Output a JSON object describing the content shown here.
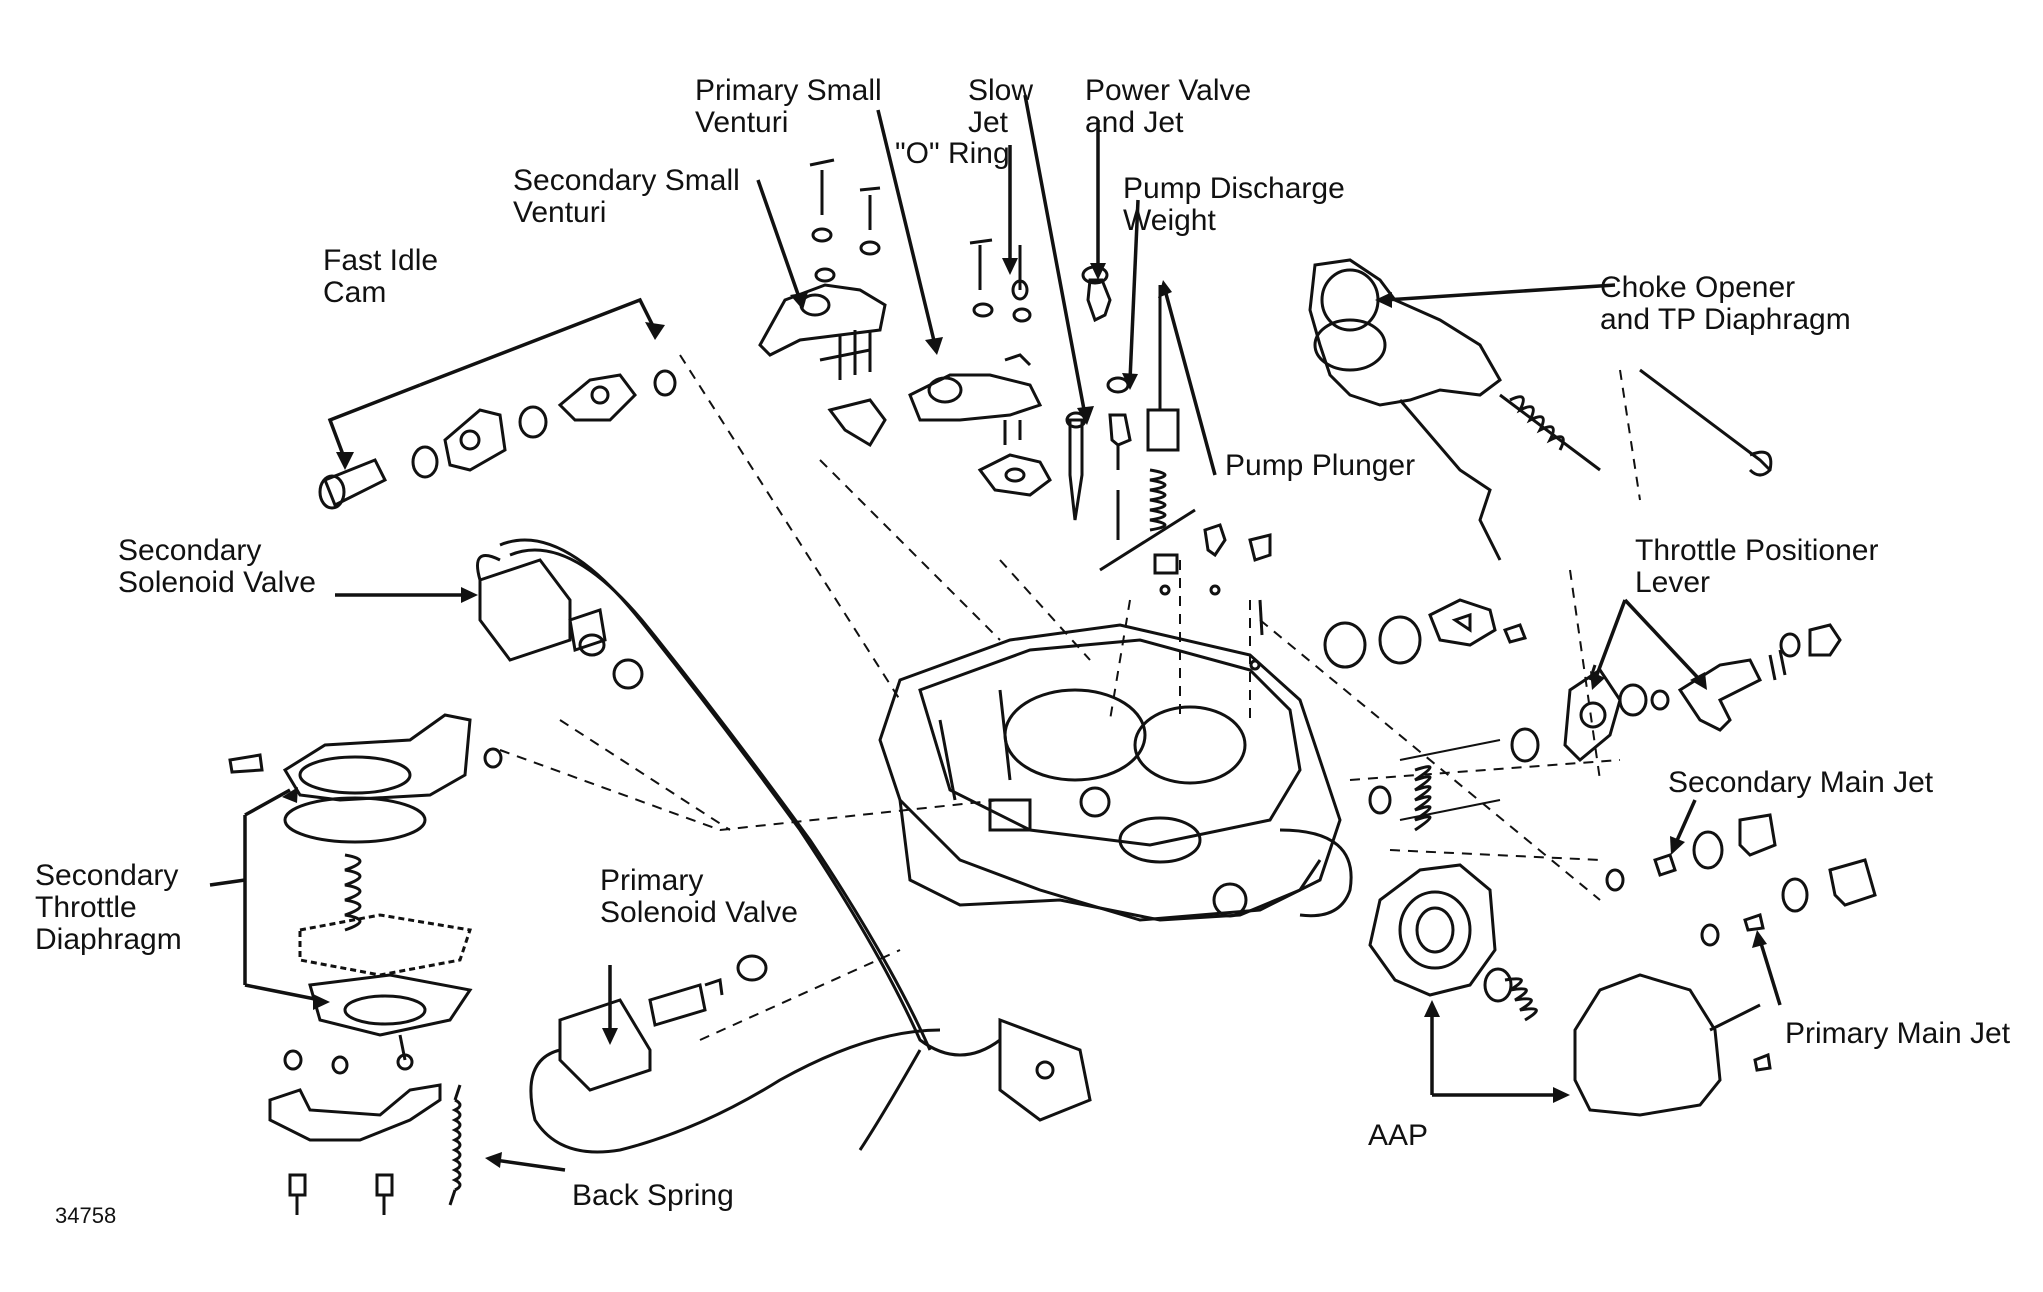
{
  "figure_number": "34758",
  "labels": {
    "fast_idle_cam": "Fast Idle\nCam",
    "secondary_small_venturi": "Secondary Small\nVenturi",
    "primary_small_venturi": "Primary Small\nVenturi",
    "slow_jet": "Slow\nJet",
    "o_ring": "\"O\" Ring",
    "power_valve_and_jet": "Power Valve\nand Jet",
    "pump_discharge_weight": "Pump Discharge\nWeight",
    "choke_opener_tp_diaphragm": "Choke Opener\nand TP Diaphragm",
    "pump_plunger": "Pump Plunger",
    "secondary_solenoid_valve": "Secondary\nSolenoid Valve",
    "throttle_positioner_lever": "Throttle Positioner\nLever",
    "secondary_main_jet": "Secondary Main Jet",
    "secondary_throttle_diaphragm": "Secondary\nThrottle\nDiaphragm",
    "primary_solenoid_valve": "Primary\nSolenoid Valve",
    "primary_main_jet": "Primary Main Jet",
    "aap": "AAP",
    "back_spring": "Back Spring"
  }
}
